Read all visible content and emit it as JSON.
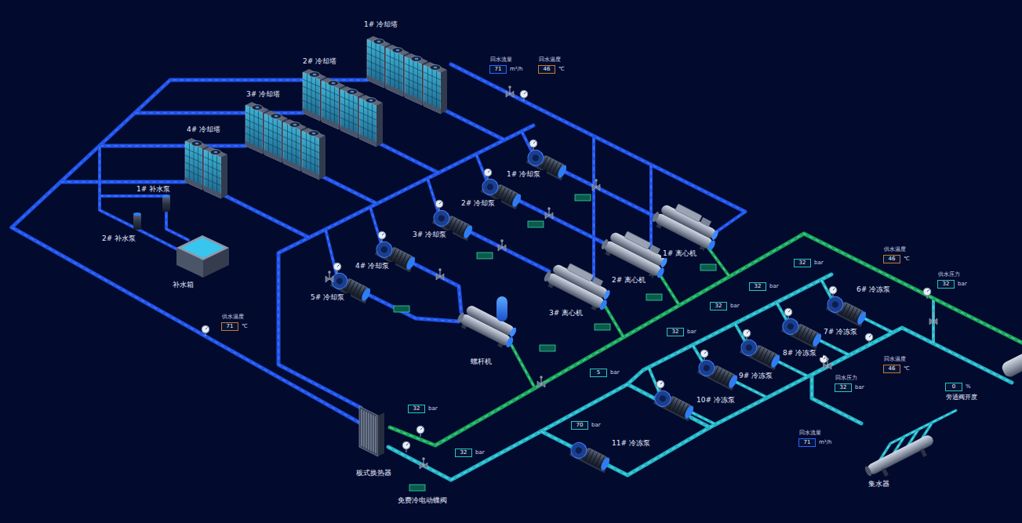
{
  "diagram": {
    "nodes": [
      {
        "text": [
          "回水流量",
          "71",
          "m³/h"
        ]
      },
      {
        "text": [
          "回水温度",
          "46",
          "℃"
        ]
      },
      {
        "text": [
          "供水温度",
          "46",
          "℃"
        ]
      },
      {
        "text": [
          "32",
          "bar"
        ]
      },
      {
        "text": [
          "供水压力",
          "32",
          "bar"
        ]
      },
      {
        "text": [
          "32",
          "bar"
        ]
      },
      {
        "text": [
          "32",
          "bar"
        ]
      },
      {
        "text": [
          "供水温度",
          "71",
          "℃"
        ]
      },
      {
        "text": [
          "32",
          "bar"
        ]
      },
      {
        "text": [
          "回水温度",
          "46",
          "℃"
        ]
      },
      {
        "text": [
          "5",
          "bar"
        ]
      },
      {
        "text": [
          "回水压力",
          "32",
          "bar"
        ]
      },
      {
        "text": [
          "0",
          "%",
          "旁通阀开度"
        ]
      },
      {
        "text": [
          "32",
          "bar"
        ]
      },
      {
        "text": [
          "70",
          "bar"
        ]
      },
      {
        "text": [
          "回水流量",
          "71",
          "m³/h"
        ]
      },
      {
        "text": [
          "32",
          "bar"
        ]
      }
    ],
    "labels": [
      "1# 冷却塔",
      "2# 冷却塔",
      "3# 冷却塔",
      "4# 冷却塔",
      "1# 补水泵",
      "2# 补水泵",
      "补水箱",
      "1# 冷却泵",
      "2# 冷却泵",
      "3# 冷却泵",
      "4# 冷却泵",
      "5# 冷却泵",
      "1# 离心机",
      "2# 离心机",
      "3# 离心机",
      "螺杆机",
      "6# 冷冻泵",
      "7# 冷冻泵",
      "8# 冷冻泵",
      "9# 冷冻泵",
      "10# 冷冻泵",
      "11# 冷冻泵",
      "板式换热器",
      "免费冷电动蝶阀",
      "集水器"
    ]
  }
}
